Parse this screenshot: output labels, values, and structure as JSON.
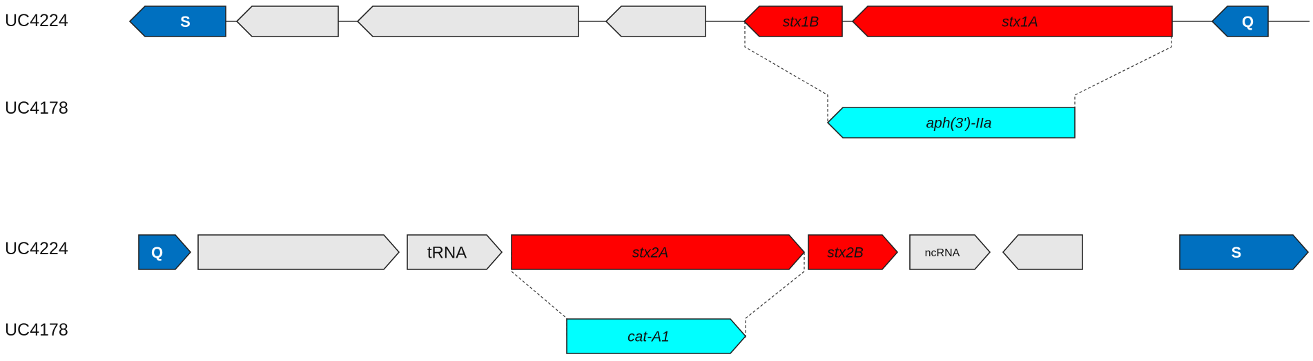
{
  "colors": {
    "stx": "#ff0000",
    "resistance": "#00ffff",
    "integrase": "#0070c0",
    "other": "#e7e7e7",
    "outline": "#222222"
  },
  "sections": [
    {
      "id": "stx1",
      "tracks": [
        {
          "label": "UC4224",
          "genes": [
            {
              "label": "S",
              "kind": "integrase",
              "strand": "-"
            },
            {
              "label": "",
              "kind": "other",
              "strand": "-"
            },
            {
              "label": "",
              "kind": "other",
              "strand": "-"
            },
            {
              "label": "",
              "kind": "other",
              "strand": "-"
            },
            {
              "label": "stx1B",
              "kind": "stx",
              "strand": "-",
              "italic": true
            },
            {
              "label": "stx1A",
              "kind": "stx",
              "strand": "-",
              "italic": true
            },
            {
              "label": "Q",
              "kind": "integrase",
              "strand": "-"
            }
          ]
        },
        {
          "label": "UC4178",
          "genes": [
            {
              "label": "aph(3')-IIa",
              "kind": "resistance",
              "strand": "-",
              "italic": true
            }
          ]
        }
      ]
    },
    {
      "id": "stx2",
      "tracks": [
        {
          "label": "UC4224",
          "genes": [
            {
              "label": "Q",
              "kind": "integrase",
              "strand": "+"
            },
            {
              "label": "",
              "kind": "other",
              "strand": "+"
            },
            {
              "label": "tRNA",
              "kind": "other",
              "strand": "+"
            },
            {
              "label": "stx2A",
              "kind": "stx",
              "strand": "+",
              "italic": true
            },
            {
              "label": "stx2B",
              "kind": "stx",
              "strand": "+",
              "italic": true
            },
            {
              "label": "ncRNA",
              "kind": "other",
              "strand": "+"
            },
            {
              "label": "",
              "kind": "other",
              "strand": "-"
            },
            {
              "label": "S",
              "kind": "integrase",
              "strand": "+"
            }
          ]
        },
        {
          "label": "UC4178",
          "genes": [
            {
              "label": "cat-A1",
              "kind": "resistance",
              "strand": "+",
              "italic": true
            }
          ]
        }
      ]
    }
  ]
}
